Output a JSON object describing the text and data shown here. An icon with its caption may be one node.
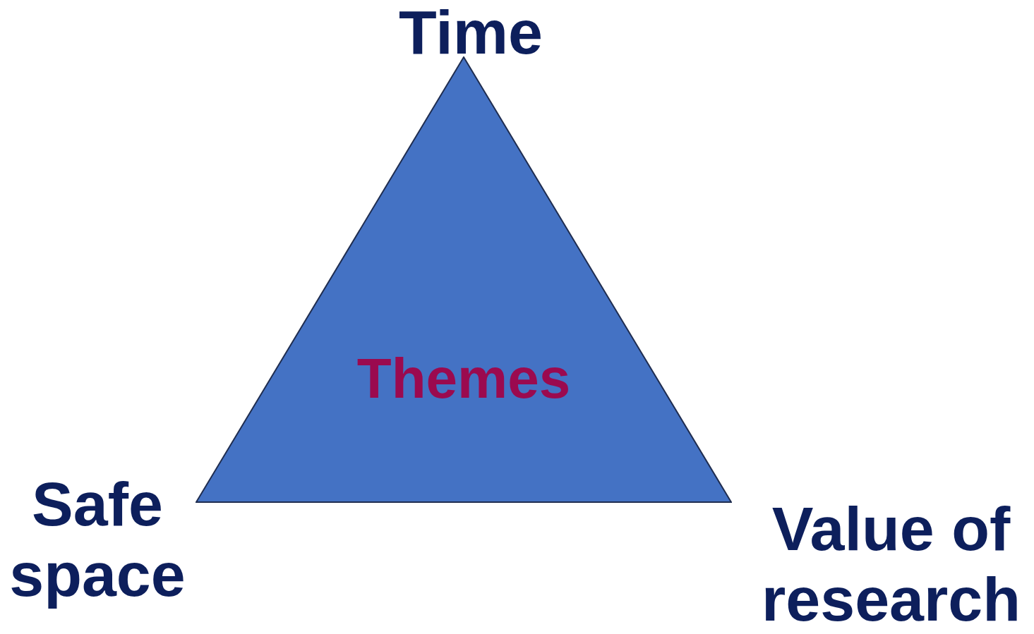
{
  "diagram": {
    "nodes": [
      {
        "text": [
          "Themes"
        ]
      }
    ],
    "labels": [
      "Time",
      "Safe space",
      "Value of research"
    ]
  }
}
